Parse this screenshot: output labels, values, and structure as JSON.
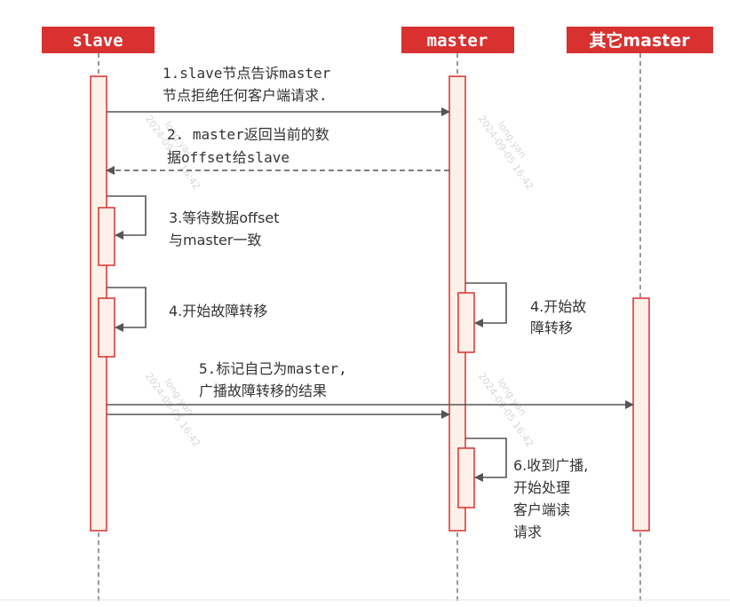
{
  "actors": [
    {
      "id": "slave",
      "label": "slave"
    },
    {
      "id": "master",
      "label": "master"
    },
    {
      "id": "other",
      "label": "其它master"
    }
  ],
  "messages": [
    {
      "id": "m1",
      "lines": [
        "1.slave节点告诉master",
        "节点拒绝任何客户端请求."
      ]
    },
    {
      "id": "m2",
      "lines": [
        "2. master返回当前的数",
        "据offset给slave"
      ]
    },
    {
      "id": "m3",
      "lines": [
        "3.等待数据offset",
        "与master一致"
      ]
    },
    {
      "id": "m4a",
      "lines": [
        "4.开始故障转移"
      ]
    },
    {
      "id": "m4b",
      "lines": [
        "4.开始故",
        "障转移"
      ]
    },
    {
      "id": "m5",
      "lines": [
        "5.标记自己为master,",
        "广播故障转移的结果"
      ]
    },
    {
      "id": "m6",
      "lines": [
        "6.收到广播,",
        "开始处理",
        "客户端读",
        "请求"
      ]
    }
  ],
  "watermarks": [
    {
      "id": "w1",
      "lines": [
        "long.yan",
        "2024-09-05 16:42"
      ]
    },
    {
      "id": "w2",
      "lines": [
        "long.yan",
        "2024-09-05 16:42"
      ]
    },
    {
      "id": "w3",
      "lines": [
        "long.yan",
        "2024-09-05 16:42"
      ]
    },
    {
      "id": "w4",
      "lines": [
        "long.yan",
        "2024-09-05 16:42"
      ]
    }
  ]
}
